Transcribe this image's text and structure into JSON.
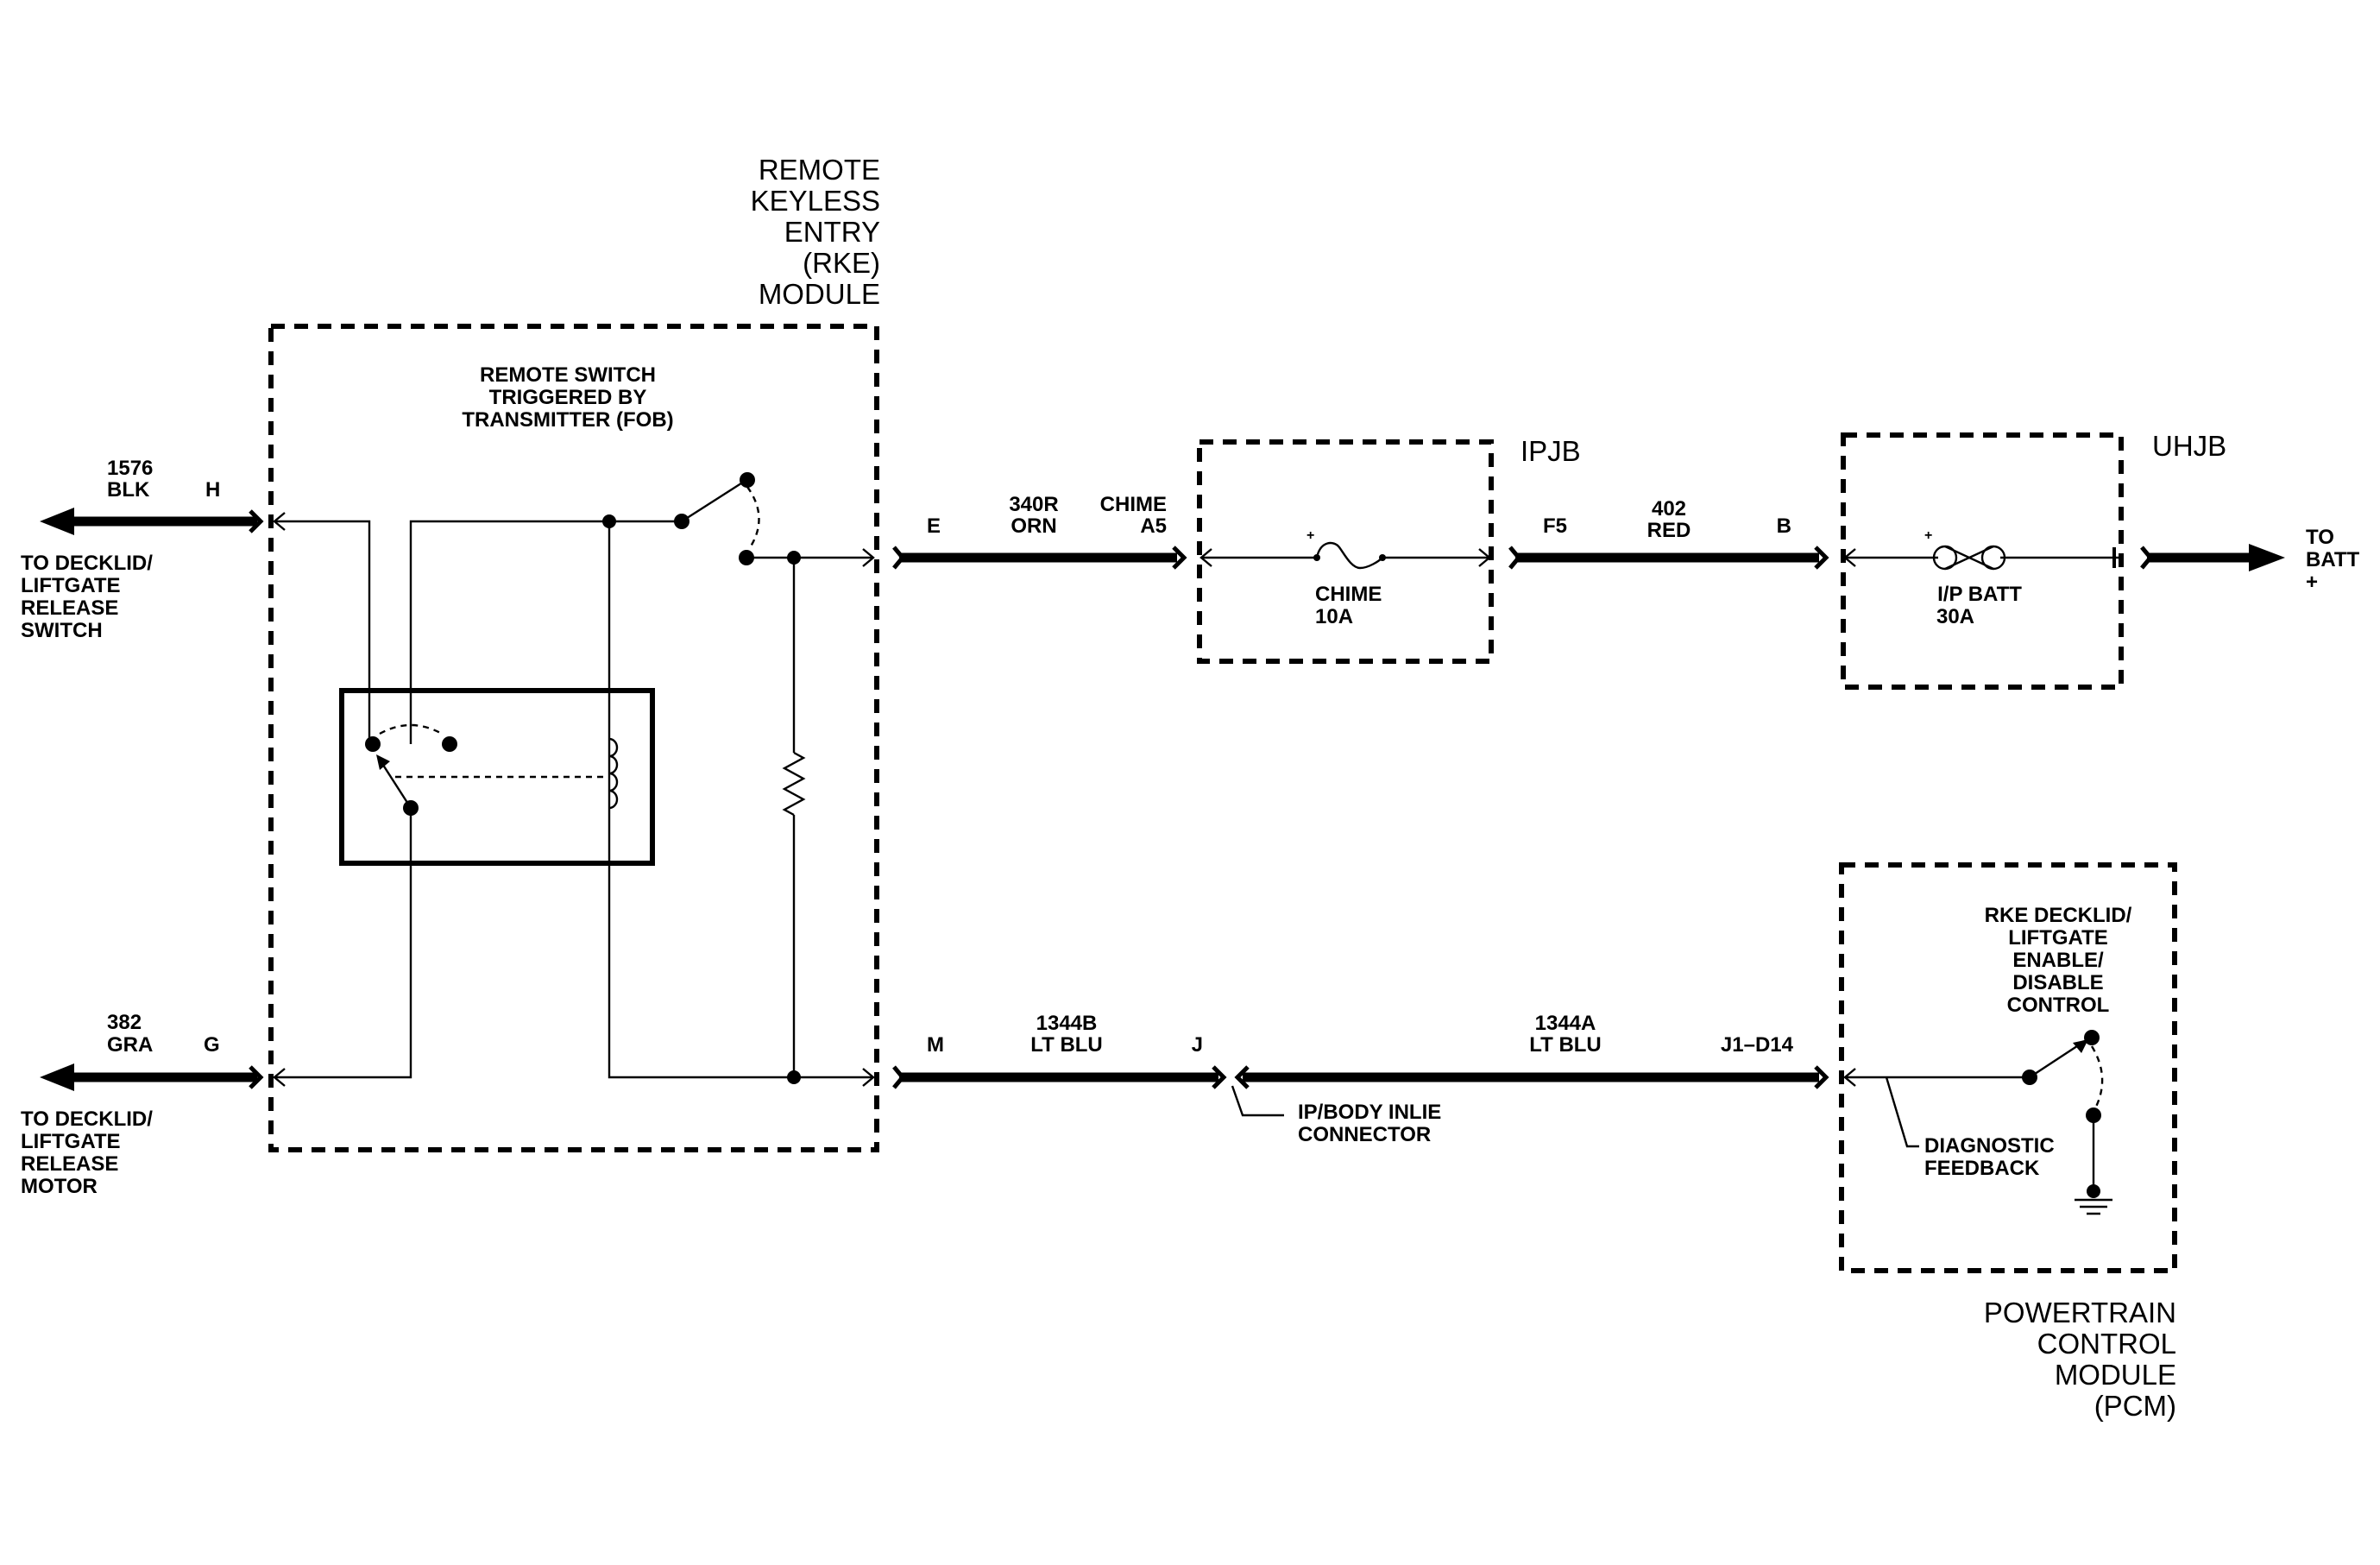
{
  "modules": {
    "rke": {
      "title_lines": [
        "REMOTE",
        "KEYLESS",
        "ENTRY",
        "(RKE)",
        "MODULE"
      ]
    },
    "ipjb": {
      "title": "IPJB"
    },
    "uhjb": {
      "title": "UHJB"
    },
    "pcm": {
      "title_lines": [
        "POWERTRAIN",
        "CONTROL",
        "MODULE",
        "(PCM)"
      ]
    }
  },
  "remote_switch": {
    "lines": [
      "REMOTE SWITCH",
      "TRIGGERED BY",
      "TRANSMITTER (FOB)"
    ]
  },
  "left_connections": {
    "top": {
      "circuit": "1576",
      "color": "BLK",
      "pin": "H",
      "dest_lines": [
        "TO DECKLID/",
        "LIFTGATE",
        "RELEASE",
        "SWITCH"
      ]
    },
    "bottom": {
      "circuit": "382",
      "color": "GRA",
      "pin": "G",
      "dest_lines": [
        "TO DECKLID/",
        "LIFTGATE",
        "RELEASE",
        "MOTOR"
      ]
    }
  },
  "wires": {
    "w340": {
      "pin_left": "E",
      "circuit": "340R",
      "color": "ORN",
      "dest_top": "CHIME",
      "dest_bottom": "A5"
    },
    "w402": {
      "pin_left": "F5",
      "circuit": "402",
      "color": "RED",
      "pin_right": "B"
    },
    "w1344b": {
      "pin_left": "M",
      "circuit": "1344B",
      "color": "LT BLU",
      "pin_right": "J"
    },
    "w1344a": {
      "circuit": "1344A",
      "color": "LT BLU",
      "pin_right": "J1–D14"
    }
  },
  "fuses": {
    "chime": {
      "name": "CHIME",
      "rating": "10A",
      "polarity": "+"
    },
    "ipbatt": {
      "name": "I/P BATT",
      "rating": "30A",
      "polarity": "+"
    }
  },
  "to_batt": {
    "lines": [
      "TO",
      "BATT",
      "+"
    ]
  },
  "inline_connector": {
    "lines": [
      "IP/BODY INLIE",
      "CONNECTOR"
    ]
  },
  "pcm_control": {
    "lines": [
      "RKE DECKLID/",
      "LIFTGATE",
      "ENABLE/",
      "DISABLE",
      "CONTROL"
    ]
  },
  "diagnostic": {
    "lines": [
      "DIAGNOSTIC",
      "FEEDBACK"
    ]
  }
}
